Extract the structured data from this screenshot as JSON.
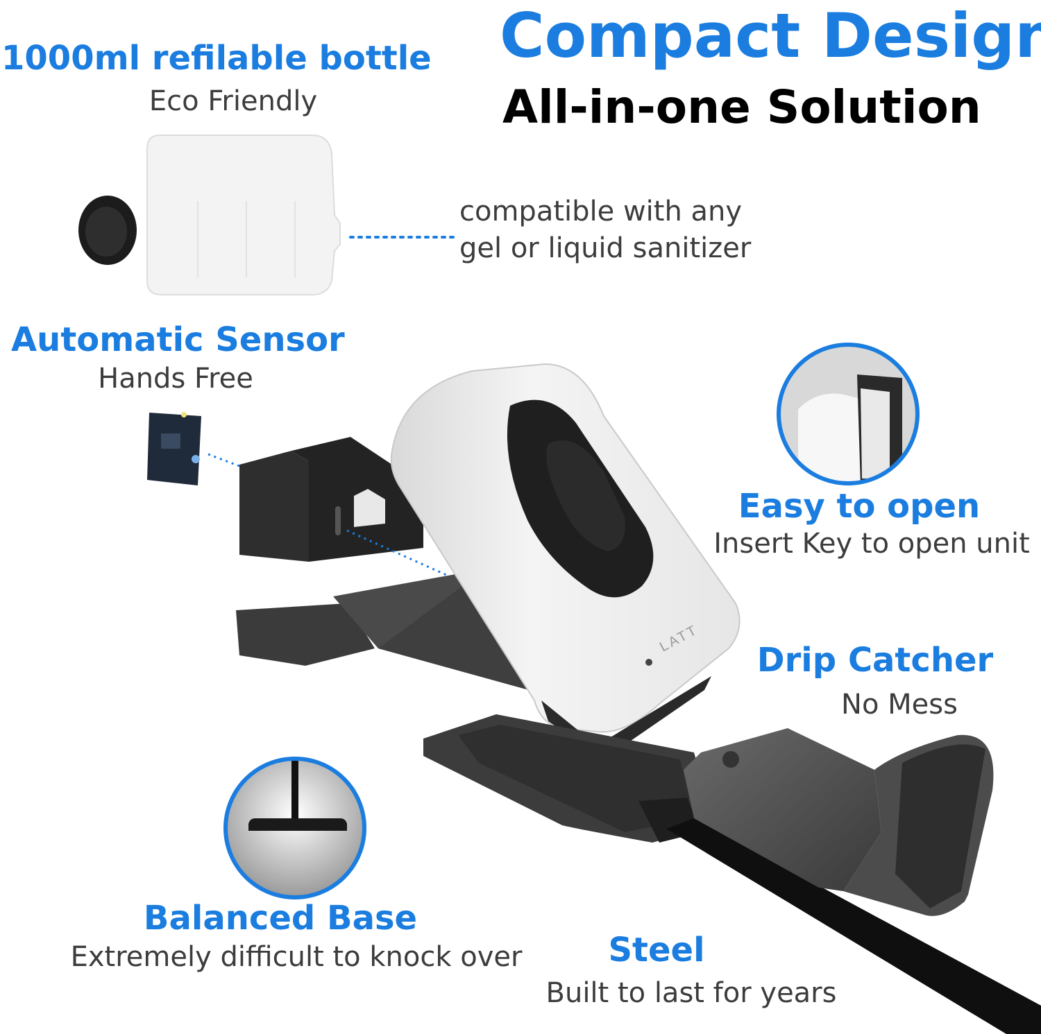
{
  "headline": {
    "title": "Compact Design",
    "subtitle": "All-in-one Solution"
  },
  "features": {
    "bottle": {
      "title": "1000ml refilable bottle",
      "subtitle": "Eco Friendly"
    },
    "compatibility": {
      "line1": "compatible with any",
      "line2": "gel or liquid sanitizer"
    },
    "sensor": {
      "title": "Automatic Sensor",
      "subtitle": "Hands Free"
    },
    "open": {
      "title": "Easy to open",
      "subtitle": "Insert Key to open unit"
    },
    "drip": {
      "title": "Drip Catcher",
      "subtitle": "No Mess"
    },
    "base": {
      "title": "Balanced Base",
      "subtitle": "Extremely difficult to knock over"
    },
    "steel": {
      "title": "Steel",
      "subtitle": "Built to last for years"
    }
  },
  "product": {
    "brand_mark": "LATT"
  },
  "colors": {
    "accent": "#1a7ddf",
    "text_dark": "#000000",
    "text_grey": "#3c3c3c",
    "plastic_dark": "#3a3a3a",
    "plastic_white": "#f2f2f2"
  }
}
